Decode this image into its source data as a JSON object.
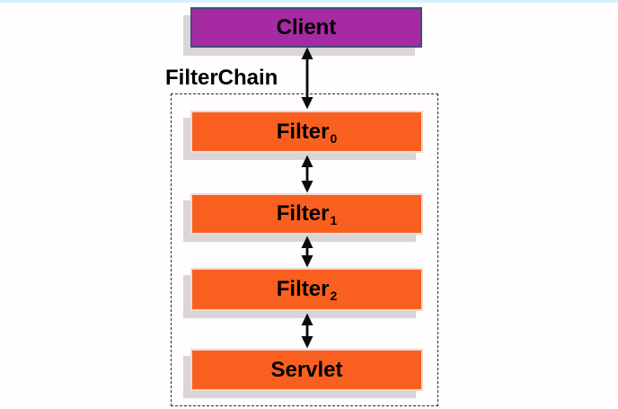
{
  "diagram": {
    "chain_label": "FilterChain",
    "nodes": {
      "client": {
        "label": "Client"
      },
      "filters": [
        {
          "base": "Filter",
          "sub": "0"
        },
        {
          "base": "Filter",
          "sub": "1"
        },
        {
          "base": "Filter",
          "sub": "2"
        }
      ],
      "servlet": {
        "label": "Servlet"
      }
    },
    "connectors": [
      {
        "from": "Client",
        "to": "Filter0",
        "type": "double-headed-arrow"
      },
      {
        "from": "Filter0",
        "to": "Filter1",
        "type": "double-headed-arrow"
      },
      {
        "from": "Filter1",
        "to": "Filter2",
        "type": "double-headed-arrow"
      },
      {
        "from": "Filter2",
        "to": "Servlet",
        "type": "double-headed-arrow"
      }
    ],
    "colors": {
      "background": "#fffdfe",
      "top-strip": "#d7f1fa",
      "client-fill": "#a62aa2",
      "client-border": "#474d76",
      "filter-fill": "#f96020",
      "filter-border": "#efd9d7",
      "shadow": "#d9d5d9",
      "arrow": "#0a0a0a",
      "dashed-border": "#2b2b2b",
      "text": "#000000"
    }
  }
}
